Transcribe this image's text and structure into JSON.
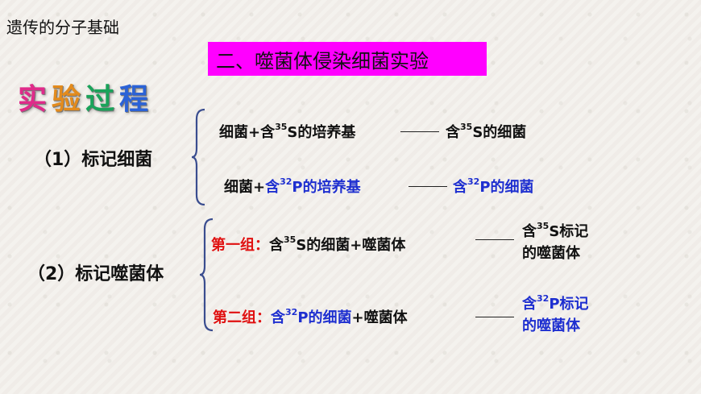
{
  "header": {
    "course": "遗传的分子基础"
  },
  "title": "二、噬菌体侵染细菌实验",
  "subtitle_wordart": "实验过程",
  "section1": {
    "label": "（1）标记细菌",
    "row1": {
      "left_a": "细菌+含",
      "left_sup": "35",
      "left_b": "S的培养基",
      "right_a": "含",
      "right_sup": "35",
      "right_b": "S的细菌"
    },
    "row2": {
      "prefix": "细菌+",
      "left_a": "含",
      "left_sup": "32",
      "left_b": "P的培养基",
      "right_a": "含",
      "right_sup": "32",
      "right_b": "P的细菌"
    }
  },
  "section2": {
    "label": "（2）标记噬菌体",
    "group1": {
      "name": "第一组：",
      "text_a": "含",
      "text_sup": "35",
      "text_b": "S的细菌+噬菌体",
      "result_a": "含",
      "result_sup": "35",
      "result_b": "S标记",
      "result_line2": "的噬菌体"
    },
    "group2": {
      "name": "第二组：",
      "text_a": "含",
      "text_sup": "32",
      "text_b": "P的细菌",
      "text_suffix": "+噬菌体",
      "result_a": "含",
      "result_sup": "32",
      "result_b": "P标记",
      "result_line2": "的噬菌体"
    }
  },
  "colors": {
    "title_bg": "#ff00ff",
    "blue_text": "#1e2fd0",
    "red_text": "#e01010",
    "brace": "#3a4d8f"
  }
}
